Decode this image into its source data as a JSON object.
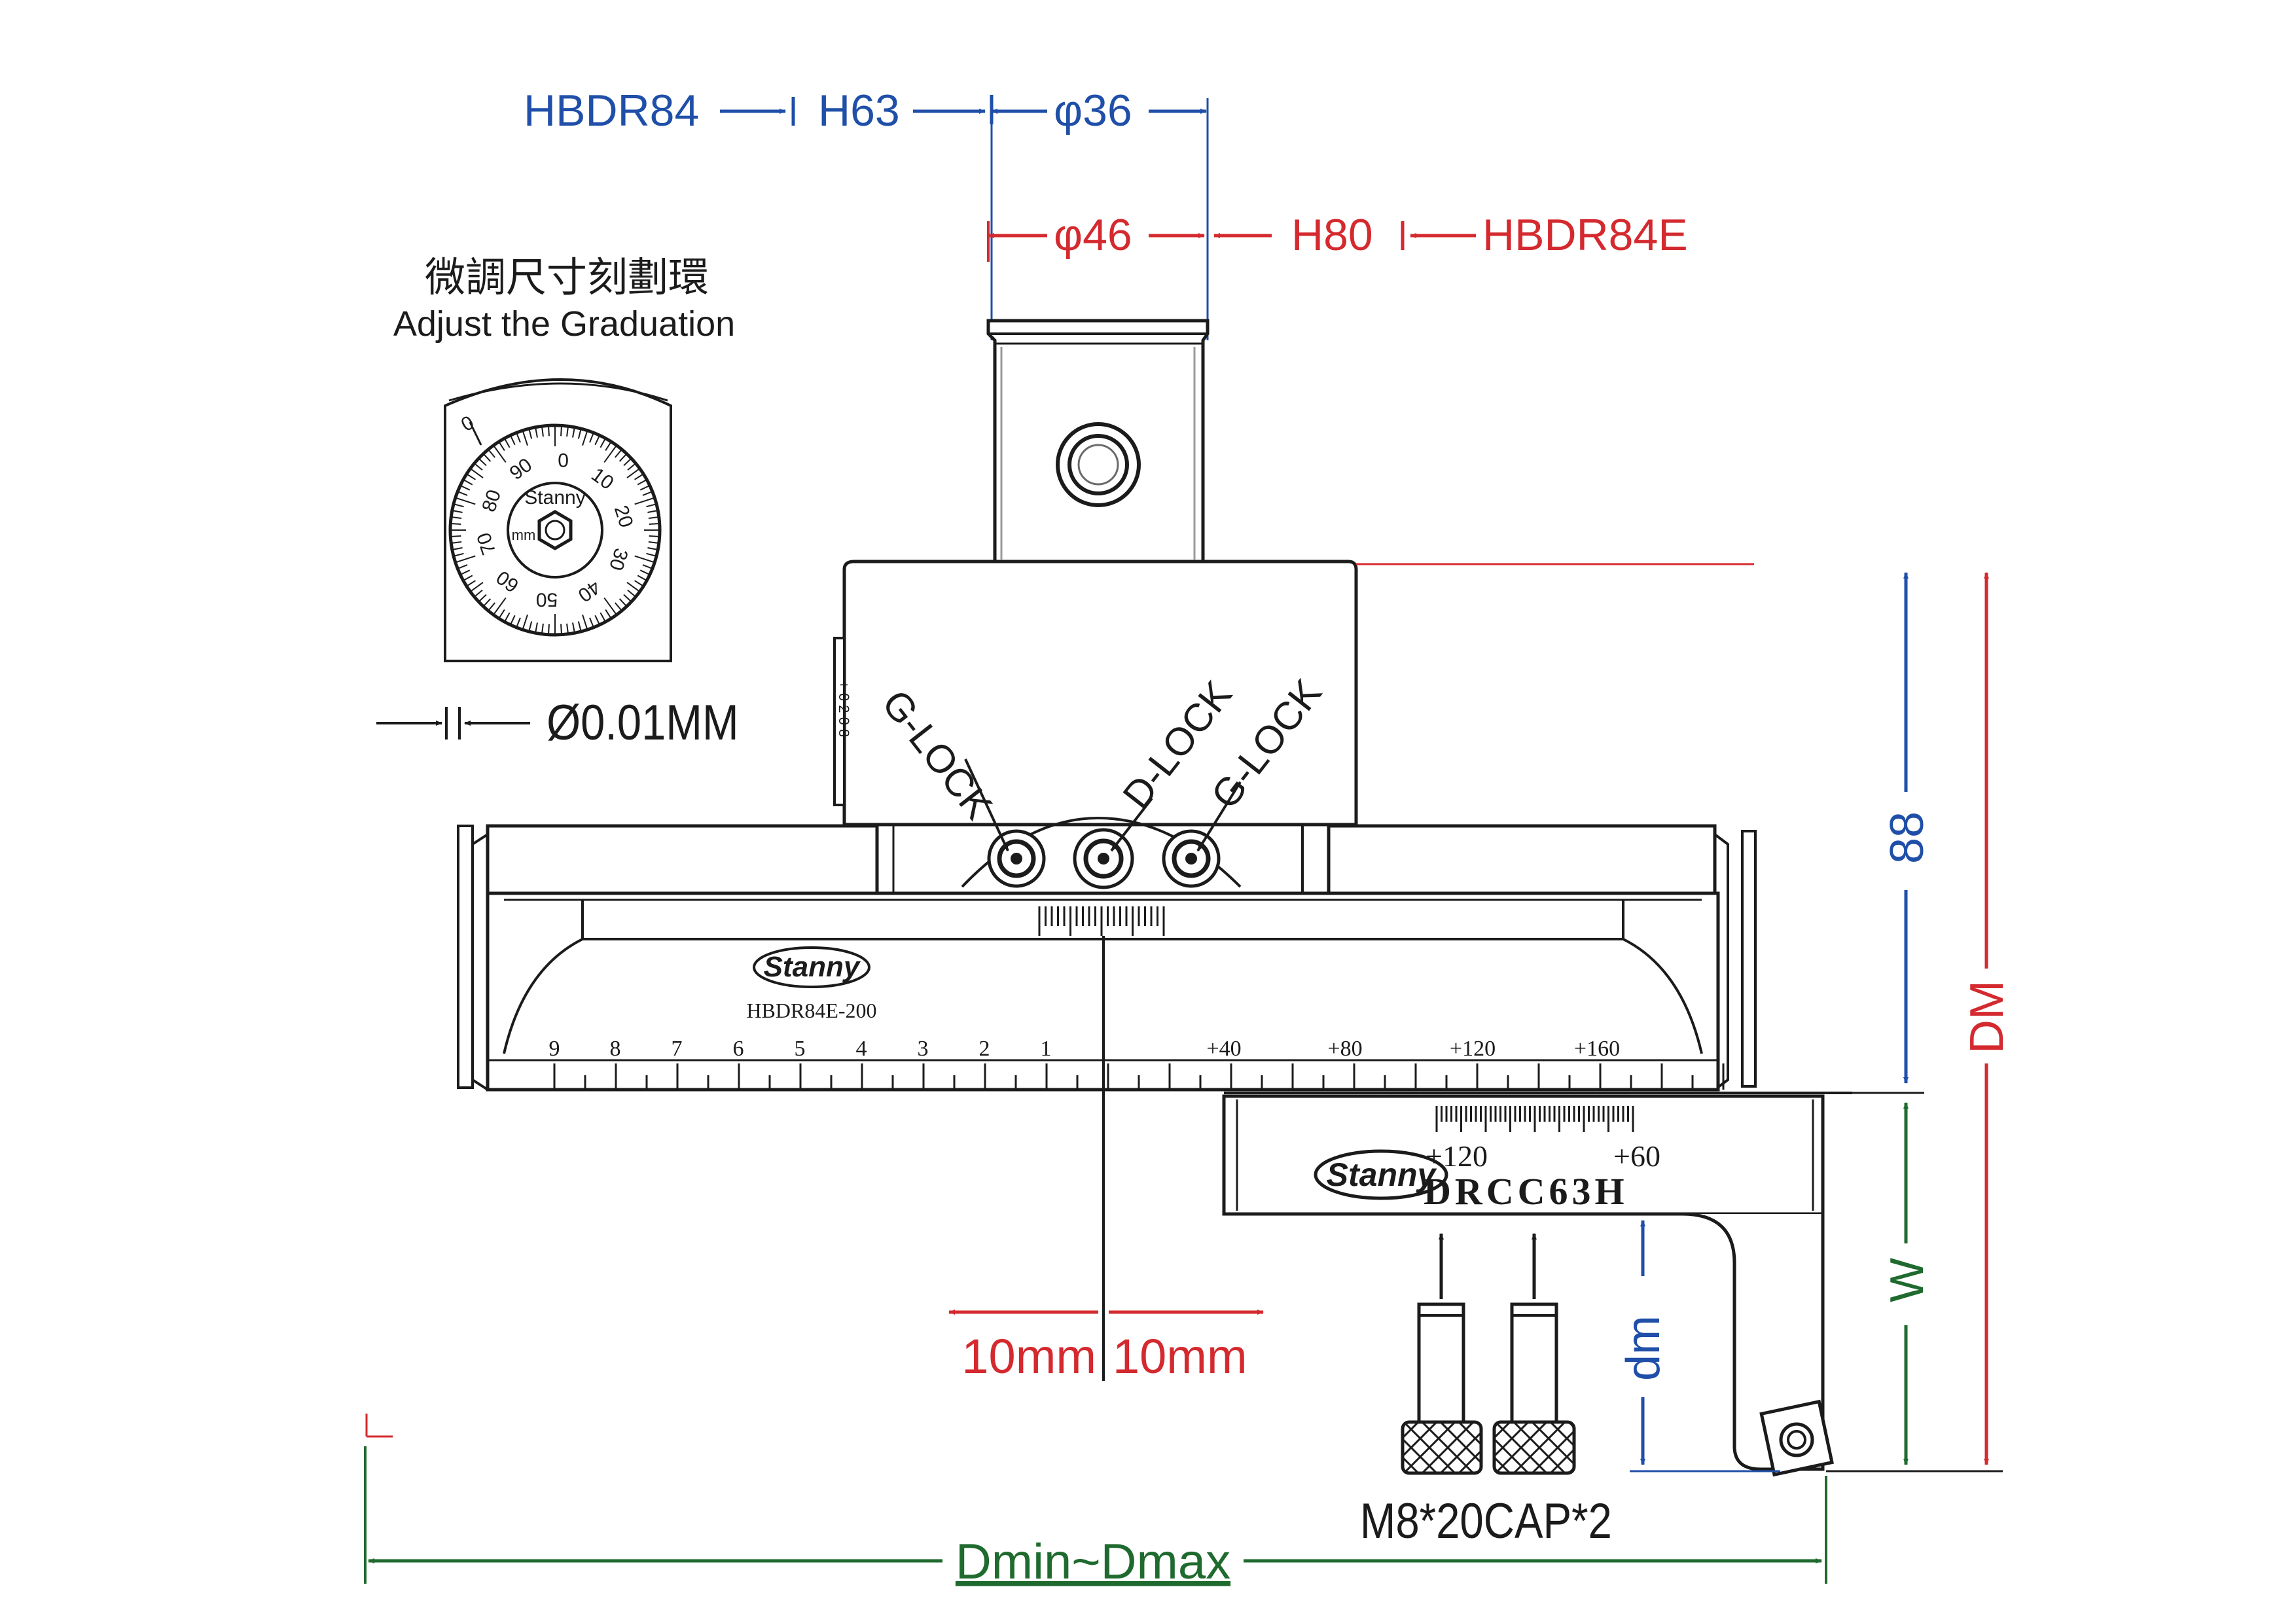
{
  "top_dims": {
    "row1": {
      "a": "HBDR84",
      "b": "H63",
      "c": "φ36"
    },
    "row2": {
      "a": "φ46",
      "b": "H80",
      "c": "HBDR84E"
    }
  },
  "graduation": {
    "title_zh": "微調尺寸刻劃環",
    "title_en": "Adjust the Graduation",
    "precision": "Ø0.01MM",
    "dial_brand": "Stanny",
    "dial_unit": "mm",
    "dial_numbers": [
      "0",
      "10",
      "20",
      "30",
      "40",
      "50",
      "60",
      "70",
      "80",
      "90"
    ]
  },
  "locks": {
    "left": "G-LOCK",
    "center": "D-LOCK",
    "right": "G-LOCK"
  },
  "body": {
    "brand": "Stanny",
    "model": "HBDR84E-200",
    "scale_left": [
      "9",
      "8",
      "7",
      "6",
      "5",
      "4",
      "3",
      "2",
      "1"
    ],
    "scale_right": [
      "+40",
      "+80",
      "+120",
      "+160"
    ]
  },
  "cartridge": {
    "brand": "Stanny",
    "model": "DRCC63H",
    "scale": [
      "+120",
      "+60"
    ]
  },
  "dims": {
    "travel_left": "10mm",
    "travel_right": "10mm",
    "height_88": "88",
    "dm": "DM",
    "w": "W",
    "dm_small": "dm",
    "screws": "M8*20CAP*2",
    "range": "Dmin~Dmax"
  },
  "colors": {
    "blue": "#1f4fa8",
    "red": "#d42a2f",
    "green": "#1f6a2f",
    "line": "#1b1b1b"
  }
}
